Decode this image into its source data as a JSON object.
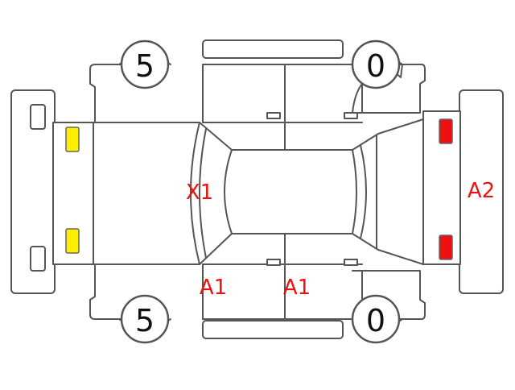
{
  "tires": {
    "front_left": "5",
    "rear_left": "0",
    "front_right": "5",
    "rear_right": "0"
  },
  "damage_codes": {
    "windshield": "X1",
    "front_right_door": "A1",
    "rear_right_door": "A1",
    "rear_bumper": "A2"
  },
  "colors": {
    "line": "#555555",
    "code_text": "#ee1111",
    "headlight": "#ffee00",
    "taillight": "#ee1111"
  }
}
